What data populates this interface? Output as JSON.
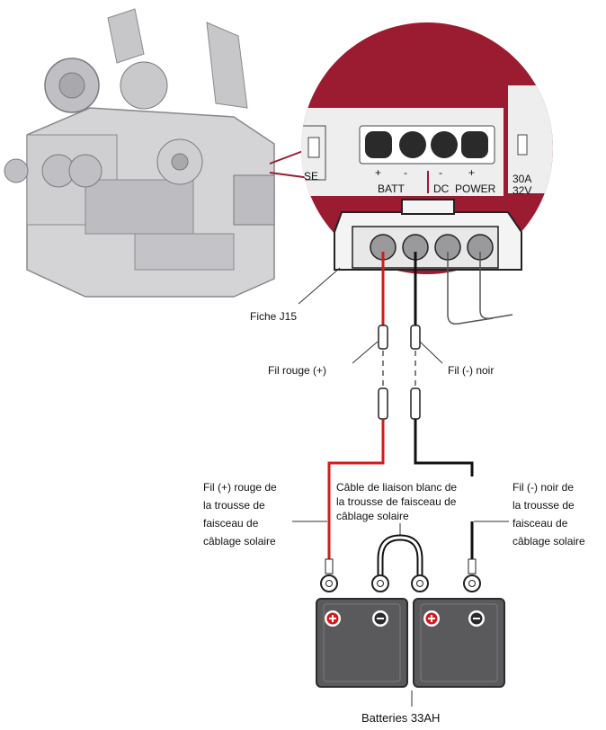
{
  "colors": {
    "magnifier": "#9b1c31",
    "panel": "#eeeeee",
    "device": "#d4d4d6",
    "device_dark": "#a9a9ad",
    "red_wire": "#d11b1b",
    "black_wire": "#111111",
    "battery": "#5a5a5c"
  },
  "panel": {
    "fuse_text": "SE",
    "plus_1": "+",
    "minus_1": "-",
    "batt": "BATT",
    "dc": "DC",
    "minus_2": "-",
    "plus_2": "+",
    "power": "POWER",
    "amp": "30A",
    "volt": "32V"
  },
  "labels": {
    "plug": "Fiche J15",
    "red_wire": "Fil rouge (+)",
    "black_wire": "Fil (-) noir",
    "kit_red": [
      "Fil (+) rouge de",
      "la trousse de",
      "faisceau de",
      "câblage solaire"
    ],
    "white_cable": [
      "Câble de liaison blanc de",
      "la trousse de faisceau de",
      "câblage solaire"
    ],
    "kit_black": [
      "Fil (-) noir de",
      "la trousse de",
      "faisceau de",
      "câblage solaire"
    ],
    "batteries": "Batteries 33AH"
  },
  "icons": [
    "plus-terminal-icon",
    "minus-terminal-icon",
    "ring-terminal-icon",
    "spade-connector-icon"
  ]
}
